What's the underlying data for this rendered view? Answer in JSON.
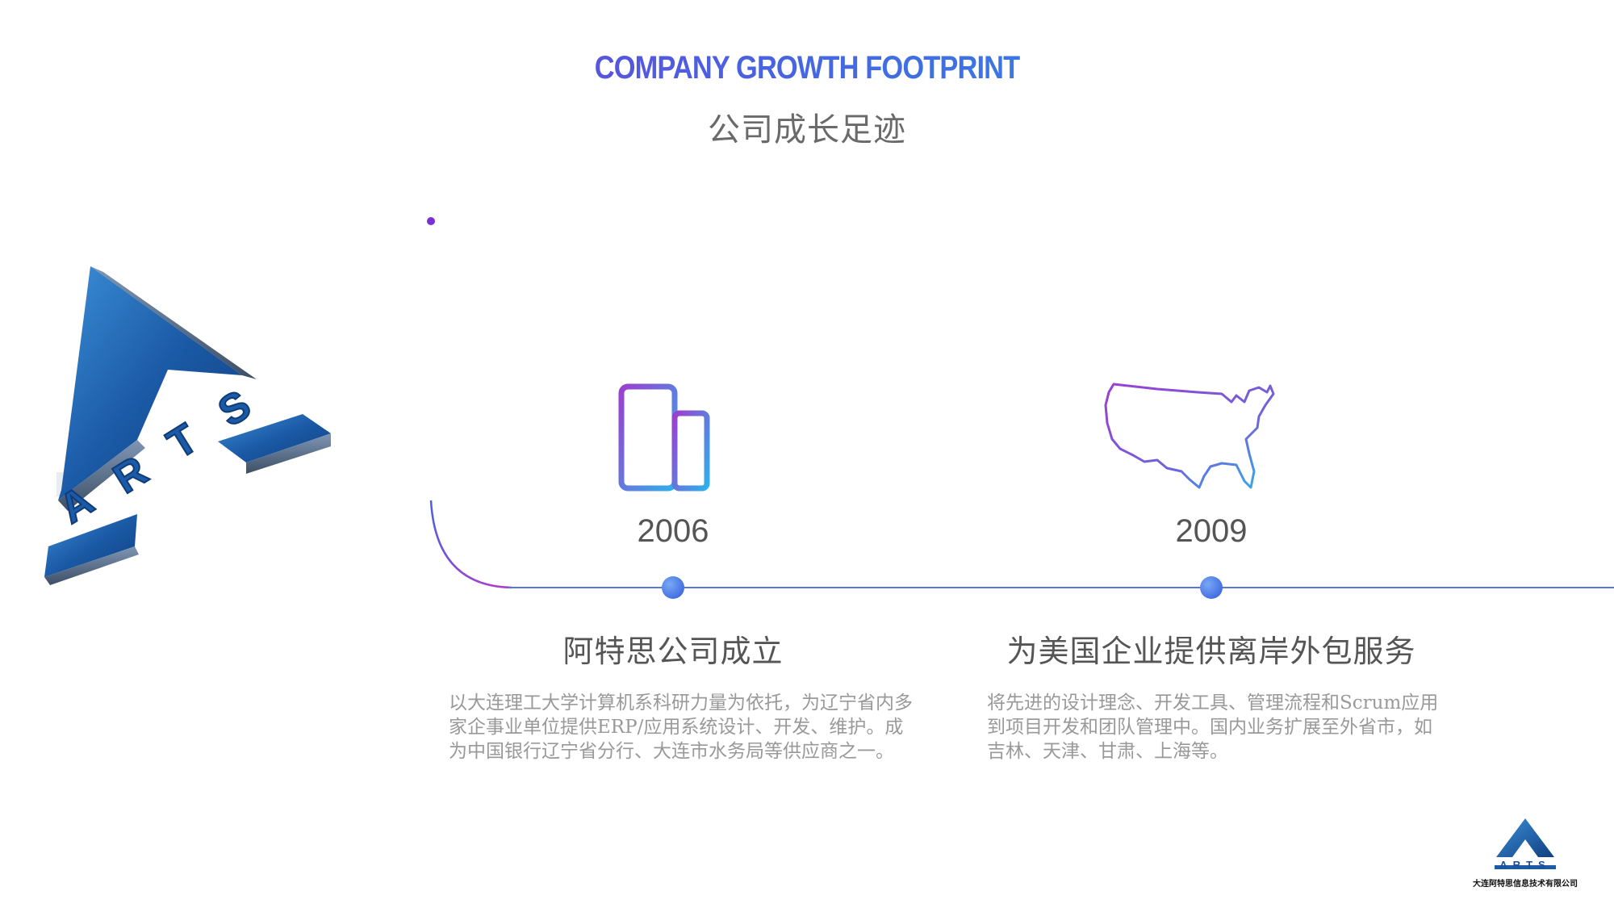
{
  "header": {
    "title_en": "COMPANY GROWTH FOOTPRINT",
    "title_cn": "公司成长足迹"
  },
  "colors": {
    "accent_start": "#7b2fd6",
    "accent_end": "#1e9be8",
    "logo_blue": "#1b5aa6",
    "text_dark": "#555555",
    "text_light": "#999999"
  },
  "big_logo": {
    "letters": "ARTS"
  },
  "milestones": [
    {
      "year": "2006",
      "icon": "office-building-icon",
      "title": "阿特思公司成立",
      "description": "以大连理工大学计算机系科研力量为依托，为辽宁省内多家企事业单位提供ERP/应用系统设计、开发、维护。成为中国银行辽宁省分行、大连市水务局等供应商之一。"
    },
    {
      "year": "2009",
      "icon": "usa-map-icon",
      "title": "为美国企业提供离岸外包服务",
      "description": "将先进的设计理念、开发工具、管理流程和Scrum应用到项目开发和团队管理中。国内业务扩展至外省市，如吉林、天津、甘肃、上海等。"
    }
  ],
  "footer_logo": {
    "letters": "ARTS",
    "caption": "大连阿特思信息技术有限公司"
  }
}
